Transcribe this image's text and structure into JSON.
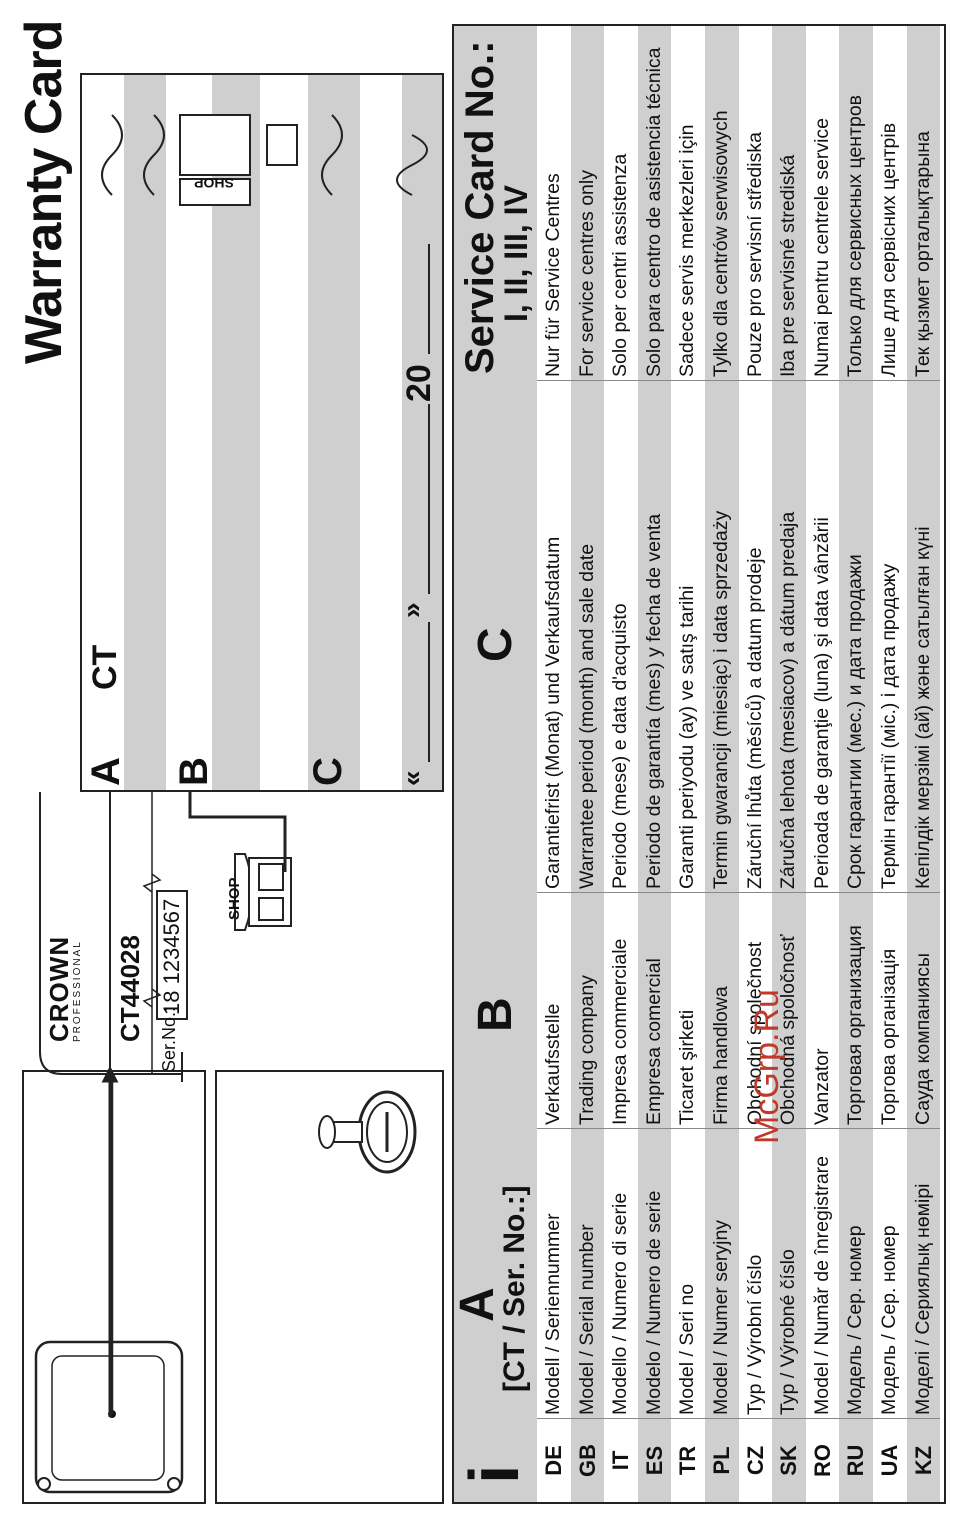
{
  "title": "Warranty Card",
  "form": {
    "a_letter": "A",
    "a_value": "CT",
    "b_letter": "B",
    "c_letter": "C",
    "date_open": "«",
    "date_close": "»",
    "year_prefix": "20"
  },
  "diagram": {
    "brand": "CROWN",
    "brand_sub": "PROFESSIONAL",
    "model": "CT44028",
    "ser_label": "Ser.No.:",
    "ser_value": "18 1234567",
    "shop_label": "SHOP",
    "icon_shop_label": "SHOP"
  },
  "table": {
    "info_icon": "i",
    "col_a_title": "A",
    "col_a_sub": "[CT / Ser. No.:]",
    "col_b_title": "B",
    "col_c_title": "C",
    "col_d_title": "Service Card No.:",
    "col_d_sub": "I, II, III, IV",
    "rows": [
      {
        "code": "DE",
        "a": "Modell / Seriennummer",
        "b": "Verkaufsstelle",
        "c": "Garantiefrist (Monat) und Verkaufsdatum",
        "d": "Nur für Service Centres"
      },
      {
        "code": "GB",
        "a": "Model / Serial number",
        "b": "Trading company",
        "c": "Warrantee period (month) and sale date",
        "d": "For service centres only"
      },
      {
        "code": "IT",
        "a": "Modello / Numero di serie",
        "b": "Impresa commerciale",
        "c": "Periodo (mese) e data d'acquisto",
        "d": "Solo per centri assistenza"
      },
      {
        "code": "ES",
        "a": "Modelo / Numero de serie",
        "b": "Empresa comercial",
        "c": "Periodo de garantía (mes) y fecha de venta",
        "d": "Solo para centro de asistencia técnica"
      },
      {
        "code": "TR",
        "a": "Model / Seri no",
        "b": "Ticaret şirketi",
        "c": "Garanti periyodu (ay) ve satış tarihi",
        "d": "Sadece servis merkezleri için"
      },
      {
        "code": "PL",
        "a": "Model / Numer seryjny",
        "b": "Firma handlowa",
        "c": "Termin gwarancji (miesiąc) i data sprzedaży",
        "d": "Tylko dla centrów serwisowych"
      },
      {
        "code": "CZ",
        "a": "Typ / Výrobní číslo",
        "b": "Obchodní společnost",
        "c": "Záruční lhůta (měsíců) a datum prodeje",
        "d": "Pouze pro servisní střediska"
      },
      {
        "code": "SK",
        "a": "Typ / Výrobné číslo",
        "b": "Obchodná spoločnosť",
        "c": "Záručná lehota (mesiacov) a dátum predaja",
        "d": "Iba pre servisné strediská"
      },
      {
        "code": "RO",
        "a": "Model / Număr de înregistrare",
        "b": "Vanzator",
        "c": "Perioada de garanţie (luna) şi data vânzării",
        "d": "Numai pentru centrele service"
      },
      {
        "code": "RU",
        "a": "Модель / Сер. номер",
        "b": "Торговая организация",
        "c": "Срок гарантии (мес.) и дата продажи",
        "d": "Только для сервисных центров"
      },
      {
        "code": "UA",
        "a": "Модель / Сер. номер",
        "b": "Торгова організація",
        "c": "Термін гарантії (міс.) і дата продажу",
        "d": "Лише для сервісних центрів"
      },
      {
        "code": "KZ",
        "a": "Моделі / Сериялық нөмірі",
        "b": "Сауда компаниясы",
        "c": "Кепілдік мерзімі (ай) және сатылған күні",
        "d": "Тек қызмет орталықтарына"
      }
    ]
  },
  "watermark": "McGrp.Ru"
}
